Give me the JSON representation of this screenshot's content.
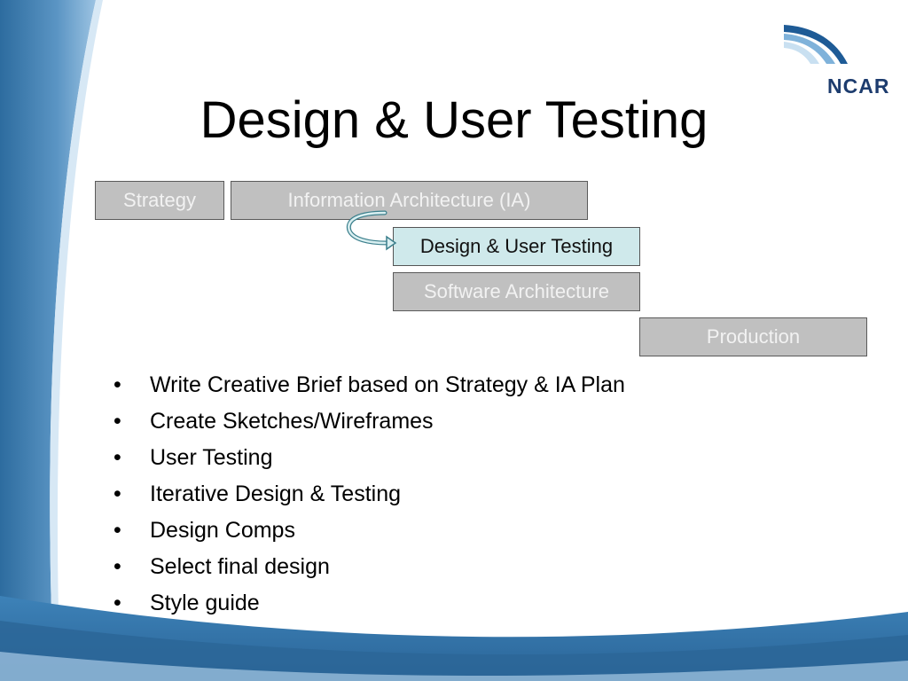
{
  "slide": {
    "title": "Design & User Testing",
    "logo_text": "NCAR"
  },
  "process": {
    "boxes": [
      {
        "label": "Strategy",
        "state": "inactive"
      },
      {
        "label": "Information Architecture (IA)",
        "state": "inactive"
      },
      {
        "label": "Design & User Testing",
        "state": "active"
      },
      {
        "label": "Software Architecture",
        "state": "inactive"
      },
      {
        "label": "Production",
        "state": "inactive"
      }
    ]
  },
  "bullets": {
    "marker": "•",
    "items": [
      "Write Creative Brief based on Strategy & IA Plan",
      "Create Sketches/Wireframes",
      "User Testing",
      "Iterative Design & Testing",
      "Design Comps",
      "Select final design",
      "Style guide"
    ]
  },
  "colors": {
    "active_box": "#cfe9eb",
    "inactive_box": "#c0c0c0",
    "accent_blue": "#2f73a8",
    "logo_navy": "#1d3c6e"
  }
}
